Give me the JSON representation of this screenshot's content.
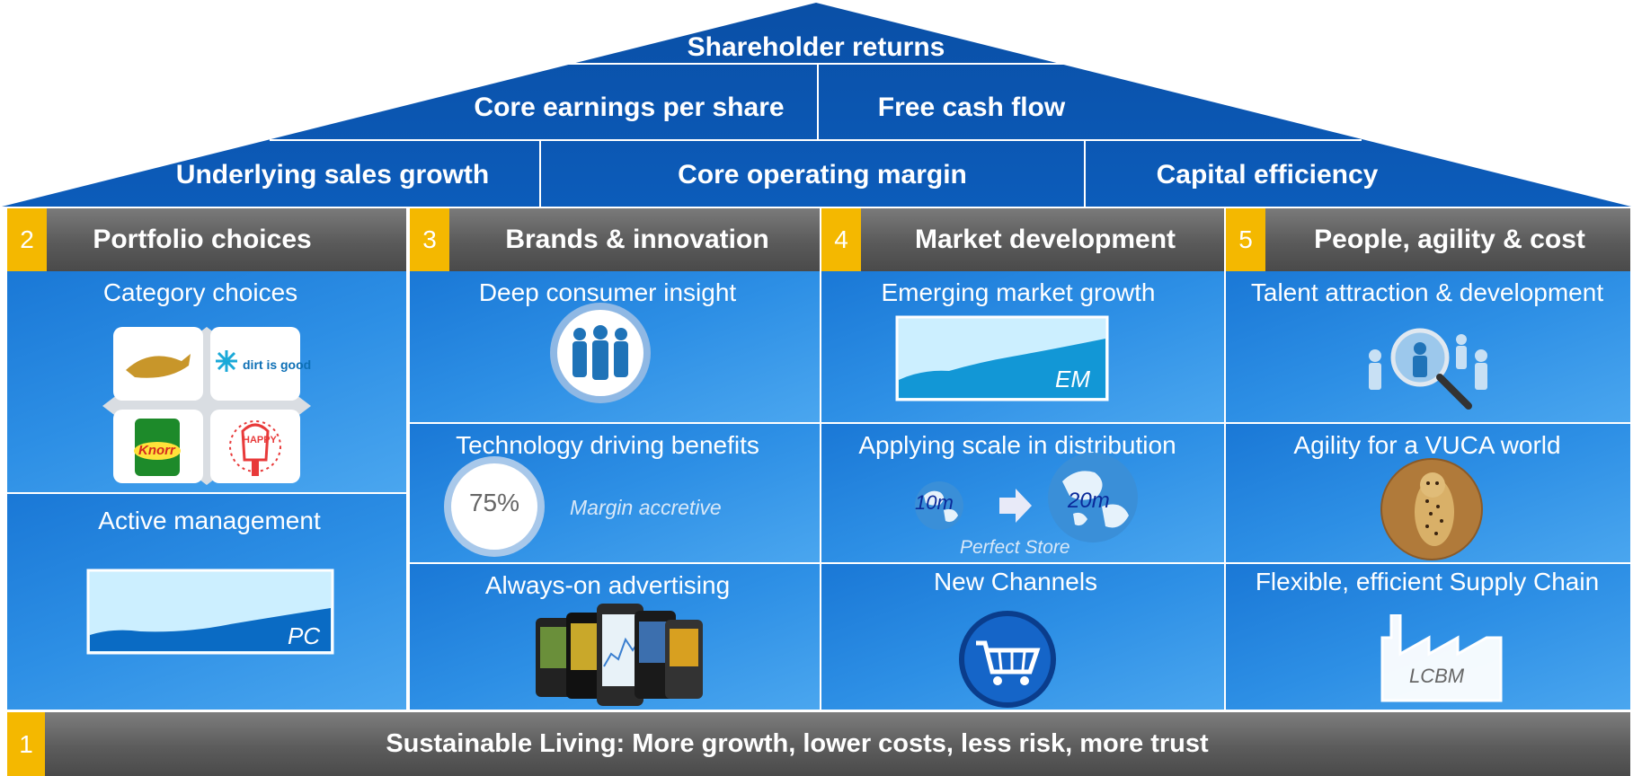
{
  "roof": {
    "level1": "Shareholder returns",
    "level2": [
      "Core earnings per share",
      "Free cash flow"
    ],
    "level3": [
      "Underlying sales growth",
      "Core operating margin",
      "Capital efficiency"
    ]
  },
  "pillars": [
    {
      "number": "2",
      "title": "Portfolio choices"
    },
    {
      "number": "3",
      "title": "Brands & innovation"
    },
    {
      "number": "4",
      "title": "Market development"
    },
    {
      "number": "5",
      "title": "People, agility & cost"
    }
  ],
  "col1": {
    "category_choices": "Category choices",
    "logo_dirt": "dirt is good",
    "logo_knorr": "Knorr",
    "logo_heart": "HAPPY",
    "active_management": "Active management",
    "pc_label": "PC"
  },
  "col2": {
    "deep_consumer": "Deep consumer insight",
    "technology": "Technology driving benefits",
    "percent": "75%",
    "margin_accretive": "Margin accretive",
    "always_on": "Always-on advertising"
  },
  "col3": {
    "emerging": "Emerging market growth",
    "em_label": "EM",
    "scale": "Applying scale in distribution",
    "globe_small": "10m",
    "globe_large": "20m",
    "perfect_store": "Perfect Store",
    "new_channels": "New Channels"
  },
  "col4": {
    "talent": "Talent attraction & development",
    "agility": "Agility for a VUCA world",
    "supply": "Flexible, efficient Supply Chain",
    "lcbm": "LCBM"
  },
  "foundation": {
    "number": "1",
    "title": "Sustainable Living: More growth, lower costs, less risk, more trust"
  },
  "colors": {
    "roof_blue": "#0a58b4",
    "cell_blue": "#2d8fe5",
    "header_grey": "#5f5f5f",
    "accent_yellow": "#f4b800"
  }
}
